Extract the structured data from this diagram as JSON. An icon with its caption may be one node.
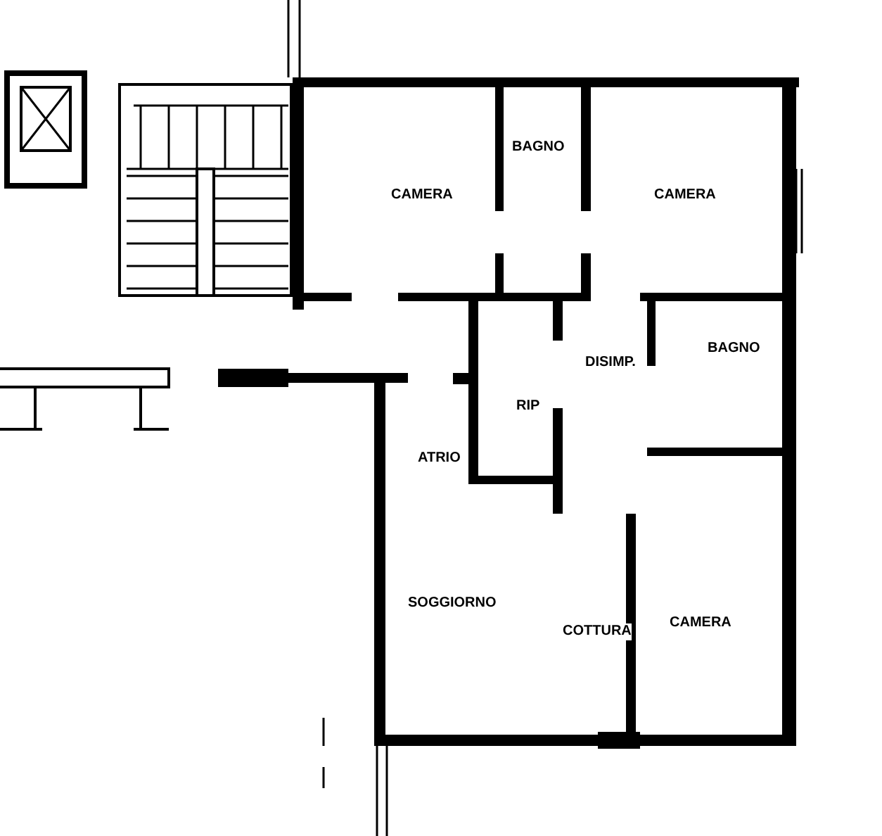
{
  "diagram": {
    "labels": [
      "CAMERA",
      "BAGNO",
      "CAMERA",
      "DISIMP.",
      "BAGNO",
      "RIP",
      "ATRIO",
      "SOGGIORNO",
      "COTTURA",
      "CAMERA"
    ]
  }
}
